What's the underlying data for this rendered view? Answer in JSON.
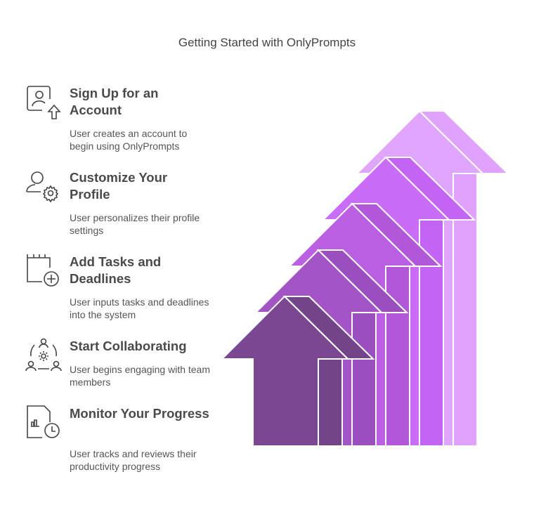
{
  "title": "Getting Started with OnlyPrompts",
  "steps": [
    {
      "heading": "Sign Up for an Account",
      "description": "User creates an account to begin using OnlyPrompts",
      "icon": "user-signup-icon"
    },
    {
      "heading": "Customize Your Profile",
      "description": "User personalizes their profile settings",
      "icon": "user-gear-icon"
    },
    {
      "heading": "Add Tasks and Deadlines",
      "description": "User inputs tasks and deadlines into the system",
      "icon": "calendar-add-icon"
    },
    {
      "heading": "Start Collaborating",
      "description": "User begins engaging with team members",
      "icon": "team-collaboration-icon"
    },
    {
      "heading": "Monitor Your Progress",
      "description": "User tracks and reviews their productivity progress",
      "icon": "progress-clock-icon"
    }
  ],
  "colors": {
    "arrows": [
      {
        "front": "#7A4790",
        "side": "#744489"
      },
      {
        "front": "#A355C6",
        "side": "#9B4EBD"
      },
      {
        "front": "#B85FE2",
        "side": "#B058D8"
      },
      {
        "front": "#C96CF7",
        "side": "#C464F4"
      },
      {
        "front": "#E0A5FC",
        "side": "#E0A2FC"
      }
    ]
  }
}
